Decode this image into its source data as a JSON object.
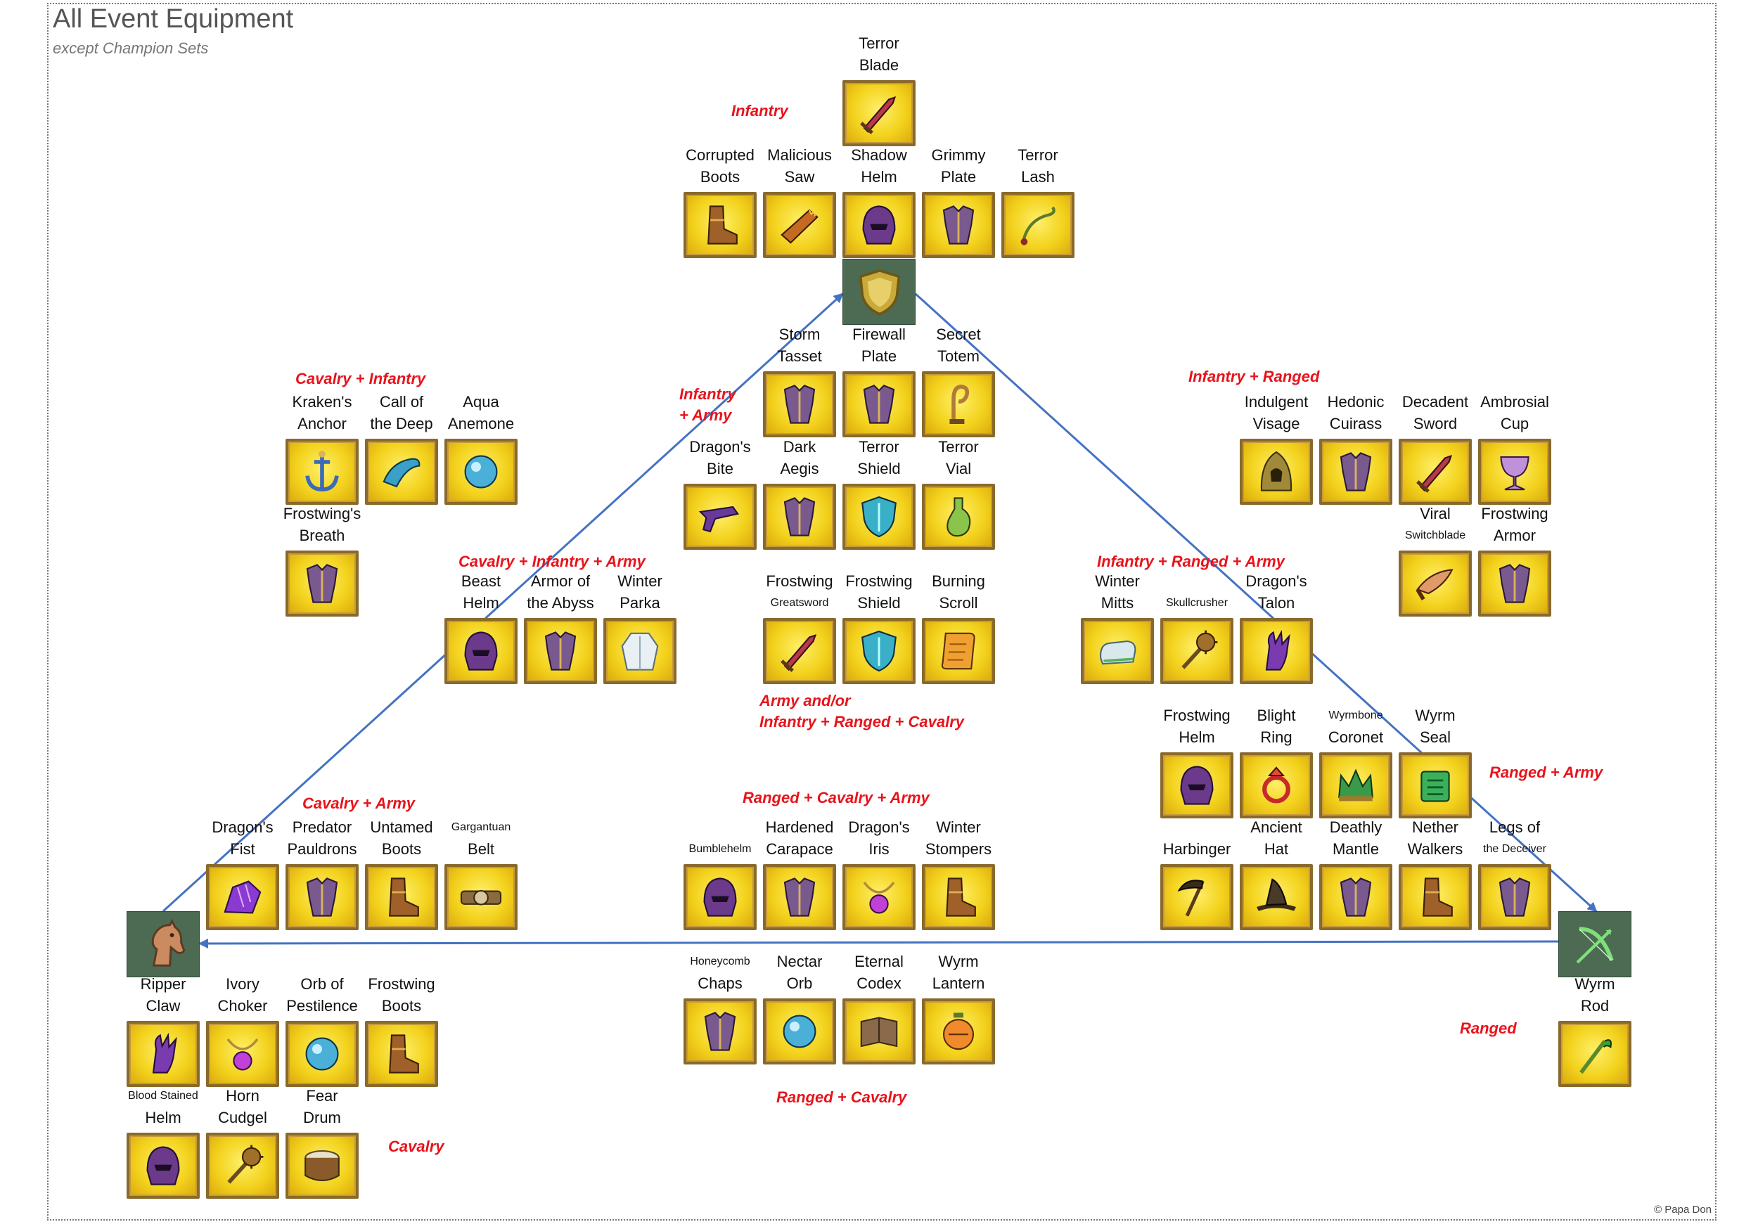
{
  "title": "All Event Equipment",
  "subtitle": "except Champion Sets",
  "copyright": "© Papa Don",
  "colors": {
    "category_text": "#e8131b",
    "arrow": "#4472c4",
    "tile_bg": "#f3d21d",
    "tile_border": "#8a6a2b",
    "hub_bg": "#4c6b52"
  },
  "hubs": [
    {
      "name": "infantry-hub",
      "icon": "shield-icon"
    },
    {
      "name": "cavalry-hub",
      "icon": "horse-head-icon"
    },
    {
      "name": "ranged-hub",
      "icon": "bow-icon"
    }
  ],
  "categories": {
    "infantry": "Infantry",
    "infantry_army": [
      "Infantry",
      "+ Army"
    ],
    "cavalry_infantry": "Cavalry + Infantry",
    "infantry_ranged": "Infantry + Ranged",
    "cavalry_infantry_army": "Cavalry + Infantry + Army",
    "infantry_ranged_army": "Infantry + Ranged + Army",
    "army_all": [
      "Army and/or",
      "Infantry + Ranged + Cavalry"
    ],
    "ranged_army": "Ranged + Army",
    "cavalry_army": "Cavalry + Army",
    "ranged_cavalry_army": "Ranged + Cavalry + Army",
    "ranged": "Ranged",
    "ranged_cavalry": "Ranged + Cavalry",
    "cavalry": "Cavalry"
  },
  "items": [
    {
      "l1": "Terror",
      "l2": "Blade",
      "icon": "sword-icon"
    },
    {
      "l1": "Corrupted",
      "l2": "Boots",
      "icon": "boot-icon"
    },
    {
      "l1": "Malicious",
      "l2": "Saw",
      "icon": "saw-icon"
    },
    {
      "l1": "Shadow",
      "l2": "Helm",
      "icon": "helmet-icon"
    },
    {
      "l1": "Grimmy",
      "l2": "Plate",
      "icon": "armor-icon"
    },
    {
      "l1": "Terror",
      "l2": "Lash",
      "icon": "whip-icon"
    },
    {
      "l1": "Storm",
      "l2": "Tasset",
      "icon": "armor-icon"
    },
    {
      "l1": "Firewall",
      "l2": "Plate",
      "icon": "armor-icon"
    },
    {
      "l1": "Secret",
      "l2": "Totem",
      "icon": "totem-icon"
    },
    {
      "l1": "Dragon's",
      "l2": "Bite",
      "icon": "gun-icon"
    },
    {
      "l1": "Dark",
      "l2": "Aegis",
      "icon": "armor-icon"
    },
    {
      "l1": "Terror",
      "l2": "Shield",
      "icon": "shield-icon"
    },
    {
      "l1": "Terror",
      "l2": "Vial",
      "icon": "vial-icon"
    },
    {
      "l1": "Kraken's",
      "l2": "Anchor",
      "icon": "anchor-icon"
    },
    {
      "l1": "Call of",
      "l2": "the Deep",
      "icon": "horn-icon"
    },
    {
      "l1": "Aqua",
      "l2": "Anemone",
      "icon": "orb-icon"
    },
    {
      "l1": "Frostwing's",
      "l2": "Breath",
      "icon": "armor-icon"
    },
    {
      "l1": "Indulgent",
      "l2": "Visage",
      "icon": "hood-icon"
    },
    {
      "l1": "Hedonic",
      "l2": "Cuirass",
      "icon": "armor-icon"
    },
    {
      "l1": "Decadent",
      "l2": "Sword",
      "icon": "sword-icon"
    },
    {
      "l1": "Ambrosial",
      "l2": "Cup",
      "icon": "cup-icon"
    },
    {
      "l1": "Viral",
      "l2": "Switchblade",
      "icon": "knife-icon",
      "small2": true
    },
    {
      "l1": "Frostwing",
      "l2": "Armor",
      "icon": "armor-icon"
    },
    {
      "l1": "Beast",
      "l2": "Helm",
      "icon": "helmet-icon"
    },
    {
      "l1": "Armor of",
      "l2": "the Abyss",
      "icon": "armor-icon"
    },
    {
      "l1": "Winter",
      "l2": "Parka",
      "icon": "coat-icon"
    },
    {
      "l1": "Frostwing",
      "l2": "Greatsword",
      "icon": "sword-icon",
      "small2": true
    },
    {
      "l1": "Frostwing",
      "l2": "Shield",
      "icon": "shield-icon"
    },
    {
      "l1": "Burning",
      "l2": "Scroll",
      "icon": "scroll-icon"
    },
    {
      "l1": "Winter",
      "l2": "Mitts",
      "icon": "glove-icon"
    },
    {
      "l1": "",
      "l2": "Skullcrusher",
      "icon": "mace-icon",
      "small2": true
    },
    {
      "l1": "Dragon's",
      "l2": "Talon",
      "icon": "claw-icon"
    },
    {
      "l1": "Frostwing",
      "l2": "Helm",
      "icon": "helmet-icon"
    },
    {
      "l1": "Blight",
      "l2": "Ring",
      "icon": "ring-icon"
    },
    {
      "l1": "Wyrmbone",
      "l2": "Coronet",
      "icon": "crown-icon",
      "small1": true
    },
    {
      "l1": "Wyrm",
      "l2": "Seal",
      "icon": "seal-icon"
    },
    {
      "l1": "Dragon's",
      "l2": "Fist",
      "icon": "gauntlet-icon"
    },
    {
      "l1": "Predator",
      "l2": "Pauldrons",
      "icon": "armor-icon"
    },
    {
      "l1": "Untamed",
      "l2": "Boots",
      "icon": "boot-icon"
    },
    {
      "l1": "Gargantuan",
      "l2": "Belt",
      "icon": "belt-icon",
      "small1": true
    },
    {
      "l1": "",
      "l2": "Bumblehelm",
      "icon": "helmet-icon",
      "small2": true
    },
    {
      "l1": "Hardened",
      "l2": "Carapace",
      "icon": "armor-icon"
    },
    {
      "l1": "Dragon's",
      "l2": "Iris",
      "icon": "amulet-icon"
    },
    {
      "l1": "Winter",
      "l2": "Stompers",
      "icon": "boot-icon"
    },
    {
      "l1": "",
      "l2": "Harbinger",
      "icon": "scythe-icon"
    },
    {
      "l1": "Ancient",
      "l2": "Hat",
      "icon": "hat-icon"
    },
    {
      "l1": "Deathly",
      "l2": "Mantle",
      "icon": "armor-icon"
    },
    {
      "l1": "Nether",
      "l2": "Walkers",
      "icon": "boot-icon"
    },
    {
      "l1": "Legs of",
      "l2": "the Deceiver",
      "icon": "armor-icon",
      "small2": true
    },
    {
      "l1": "Ripper",
      "l2": "Claw",
      "icon": "claw-icon"
    },
    {
      "l1": "Ivory",
      "l2": "Choker",
      "icon": "amulet-icon"
    },
    {
      "l1": "Orb of",
      "l2": "Pestilence",
      "icon": "orb-icon"
    },
    {
      "l1": "Frostwing",
      "l2": "Boots",
      "icon": "boot-icon"
    },
    {
      "l1": "Honeycomb",
      "l2": "Chaps",
      "icon": "armor-icon",
      "small1": true
    },
    {
      "l1": "Nectar",
      "l2": "Orb",
      "icon": "orb-icon"
    },
    {
      "l1": "Eternal",
      "l2": "Codex",
      "icon": "book-icon"
    },
    {
      "l1": "Wyrm",
      "l2": "Lantern",
      "icon": "lantern-icon"
    },
    {
      "l1": "Wyrm",
      "l2": "Rod",
      "icon": "staff-icon"
    },
    {
      "l1": "Blood Stained",
      "l2": "Helm",
      "icon": "helmet-icon",
      "small1": true
    },
    {
      "l1": "Horn",
      "l2": "Cudgel",
      "icon": "mace-icon"
    },
    {
      "l1": "Fear",
      "l2": "Drum",
      "icon": "drum-icon"
    }
  ]
}
